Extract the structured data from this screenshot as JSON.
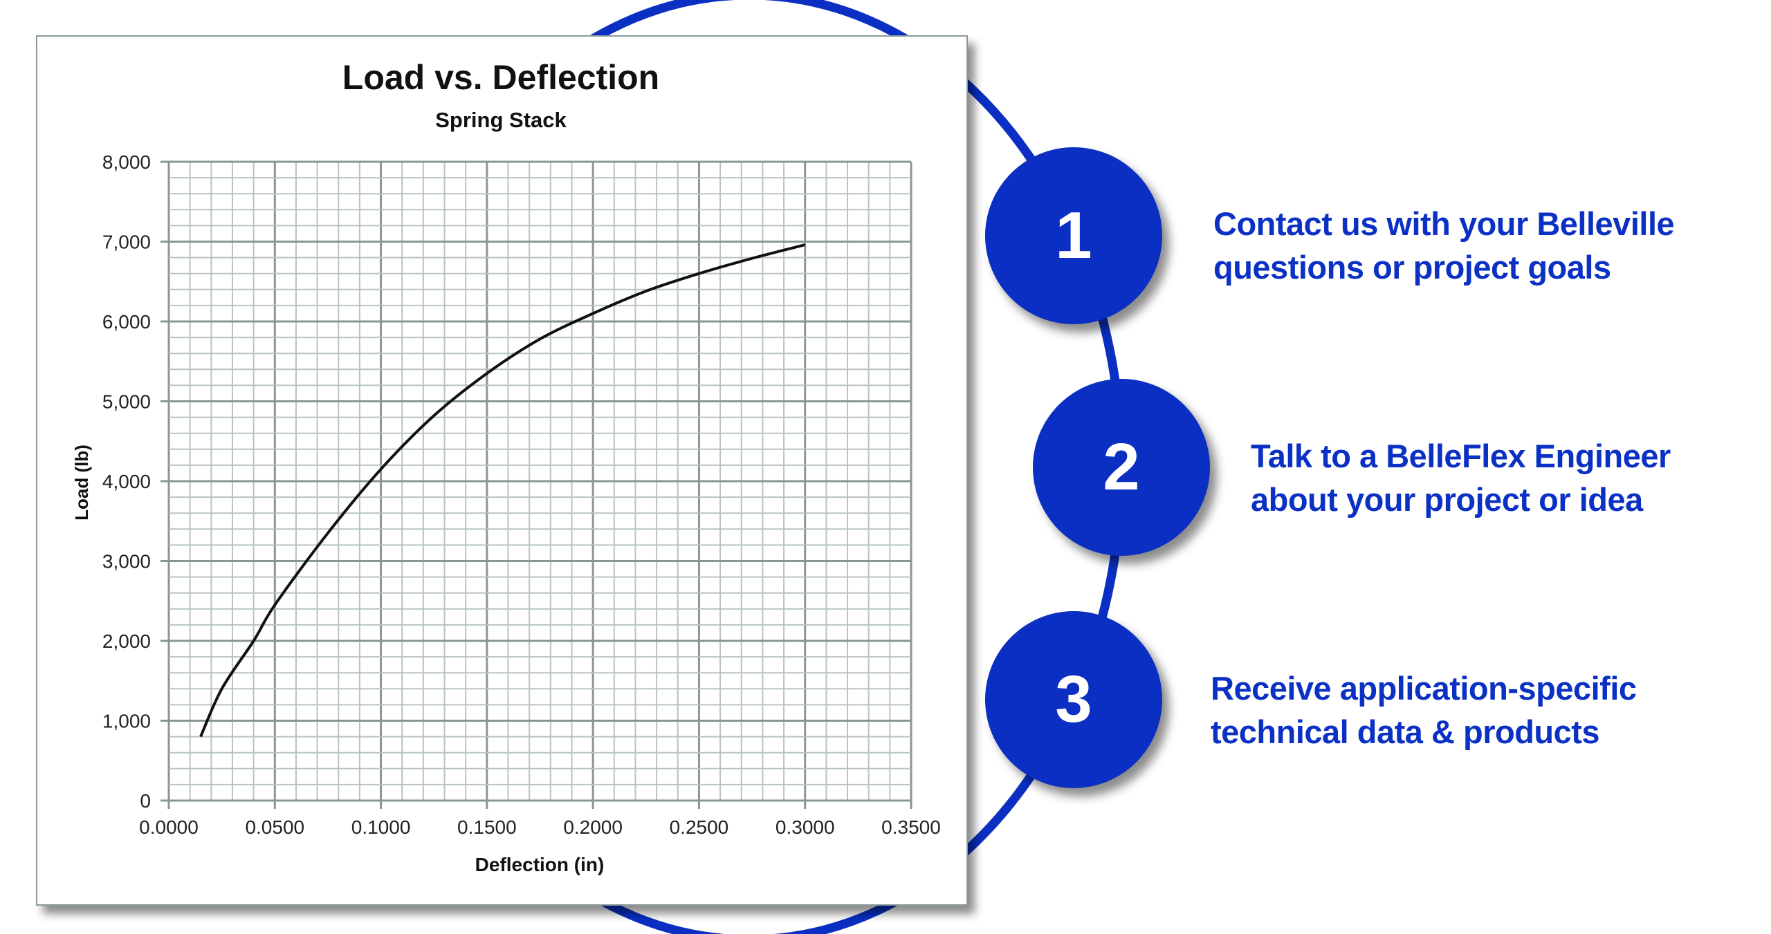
{
  "chart_data": {
    "type": "line",
    "title": "Load vs. Deflection",
    "subtitle": "Spring Stack",
    "xlabel": "Deflection (in)",
    "ylabel": "Load (lb)",
    "xlim": [
      0,
      0.35
    ],
    "ylim": [
      0,
      8000
    ],
    "x_ticks": [
      "0.0000",
      "0.0500",
      "0.1000",
      "0.1500",
      "0.2000",
      "0.2500",
      "0.3000",
      "0.3500"
    ],
    "y_ticks": [
      "0",
      "1,000",
      "2,000",
      "3,000",
      "4,000",
      "5,000",
      "6,000",
      "7,000",
      "8,000"
    ],
    "grid": true,
    "series": [
      {
        "name": "Spring Stack",
        "x": [
          0.015,
          0.025,
          0.04,
          0.05,
          0.075,
          0.1,
          0.125,
          0.15,
          0.175,
          0.2,
          0.225,
          0.25,
          0.275,
          0.3
        ],
        "y": [
          800,
          1400,
          2000,
          2450,
          3350,
          4150,
          4820,
          5350,
          5780,
          6100,
          6380,
          6600,
          6790,
          6960
        ]
      }
    ],
    "line_color": "#111111"
  },
  "steps": [
    {
      "number": "1",
      "line1": "Contact us with your Belleville",
      "line2": "questions or project goals"
    },
    {
      "number": "2",
      "line1": "Talk to a BelleFlex Engineer",
      "line2": "about your project or idea"
    },
    {
      "number": "3",
      "line1": "Receive application-specific",
      "line2": "technical data & products"
    }
  ],
  "colors": {
    "accent": "#0a2fc2"
  }
}
